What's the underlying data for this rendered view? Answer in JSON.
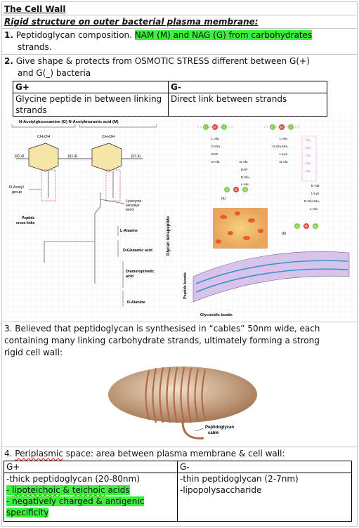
{
  "title": "The Cell Wall",
  "subtitle": "Rigid structure on outer bacterial plasma membrane:",
  "point1": {
    "number": "1.",
    "text": "Peptidoglycan composition.",
    "highlight": "NAM (M) and NAG (G) from carbohydrates",
    "cont": "strands."
  },
  "point2": {
    "number": "2.",
    "line1": "Give shape & protects from OSMOTIC STRESS different between G(+)",
    "line2": "and G(_) bacteria"
  },
  "table1": {
    "col1_header": "G+",
    "col2_header": "G-",
    "col1_text_l1": "Glycine peptide in between linking",
    "col1_text_l2": "strands",
    "col2_text": "Direct link between strands"
  },
  "diagram": {
    "header": "N-Acetylglucosamine (G) N-Acetylmuramic acid (M)",
    "ch2oh": "CH₂OH",
    "b14": "β(1,4)",
    "nacetyl_l1": "N-Acetyl",
    "nacetyl_l2": "group",
    "peptide_l1": "Peptide",
    "peptide_l2": "cross-links",
    "lysozyme_l1": "Lysozyme-",
    "lysozyme_l2": "sensitive",
    "lysozyme_l3": "bond",
    "l_alanine": "L-Alanine",
    "d_glutamic": "D-Glutamic acid",
    "diaminopimelic_l1": "Diaminopimelic",
    "diaminopimelic_l2": "acid",
    "d_alanine": "D-Alanine",
    "glycan_tetrapeptide": "Glycan tetrapeptide",
    "peptide_bonds": "Peptide bonds",
    "glycosidic_bonds": "Glycosidic bonds",
    "label_a": "(a)",
    "label_b": "(b)",
    "g": "G",
    "m": "M",
    "ala_l": "L-Ala",
    "glu_d": "D-Glu",
    "dap": "DAP",
    "ala_d": "D-Ala",
    "lys_l": "L-Lys",
    "glu_nh2": "D-Glu-NH₂",
    "gly": "Gly"
  },
  "point3": {
    "line1": "3. Believed that peptidoglycan is synthesised in “cables” 50nm wide, each",
    "line2": "containing many linking carbohydrate strands, ultimately forming a strong",
    "line3": "rigid cell wall:"
  },
  "cable_label_l1": "Peptidoglycan",
  "cable_label_l2": "cable",
  "point4": {
    "prefix": "4.",
    "word": "Periplasmic",
    "rest": "space: area between plasma membrane & cell wall:"
  },
  "table2": {
    "col1_header": "G+",
    "col2_header": "G-",
    "col1_line1": "-thick peptidoglycan (20-80nm)",
    "col1_line2_a": "-",
    "col1_line2_b": "lipoteichoic",
    "col1_line2_c": "&",
    "col1_line2_d": "teichoic",
    "col1_line2_e": "acids",
    "col1_line3": "- negatively charged & antigenic",
    "col1_line4": "specificity",
    "col2_line1": "-thin peptidoglycan (2-7nm)",
    "col2_line2": "-lipopolysaccharide"
  },
  "colors": {
    "highlight": "#3cf03c",
    "g_unit": "#7ccd4a",
    "m_unit": "#e0413a",
    "gly": "#f05ab4",
    "cable_cell": "#c9a17e"
  }
}
